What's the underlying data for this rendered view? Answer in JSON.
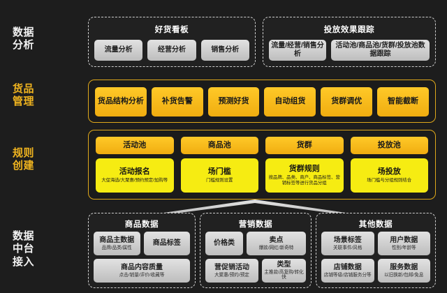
{
  "theme": {
    "background": "#1d1d1d",
    "accent_gold": "#f0b41f",
    "accent_yellow": "#f6ec12",
    "chip_grey": "#d8d8d8",
    "label_white": "#f2f2f2"
  },
  "rails": [
    {
      "name": "data-analysis",
      "label": "数据\n分析",
      "color": "white"
    },
    {
      "name": "goods-management",
      "label": "货品\n管理",
      "color": "gold"
    },
    {
      "name": "rule-creation",
      "label": "规则\n创建",
      "color": "gold"
    },
    {
      "name": "data-midend",
      "label": "数据\n中台\n接入",
      "color": "white"
    }
  ],
  "row_analysis": {
    "panels": [
      {
        "title": "好货看板",
        "chips": [
          {
            "main": "流量分析",
            "sub": ""
          },
          {
            "main": "经营分析",
            "sub": ""
          },
          {
            "main": "销售分析",
            "sub": ""
          }
        ]
      },
      {
        "title": "投放效果跟踪",
        "chips": [
          {
            "main": "流量/经营/销售分析",
            "sub": ""
          },
          {
            "main": "活动池/商品池/货群/投放池数据跟踪",
            "sub": ""
          }
        ]
      }
    ]
  },
  "row_goods": {
    "chips": [
      "货品结构分析",
      "补货告警",
      "预测好货",
      "自动组货",
      "货群调优",
      "智能截断"
    ]
  },
  "row_rule": {
    "columns": [
      {
        "header": "活动池",
        "card_title": "活动报名",
        "card_sub": "大促海选/大聚惠/预约预定/加购等"
      },
      {
        "header": "商品池",
        "card_title": "场门槛",
        "card_sub": "门槛规则设置"
      },
      {
        "header": "货群",
        "card_title": "货群规则",
        "card_sub": "按品牌、品类、商户、商品标签、营销标签等进行货品分组"
      },
      {
        "header": "投放池",
        "card_title": "场投放",
        "card_sub": "场门槛与分组规则结合"
      }
    ]
  },
  "row_midend": {
    "panels": [
      {
        "title": "商品数据",
        "lines": [
          [
            {
              "main": "商品主数据",
              "sub": "品牌/品类/属性"
            },
            {
              "main": "商品标签",
              "sub": ""
            }
          ],
          [
            {
              "main": "商品内容质量",
              "sub": "点击/销量/评价/收藏等"
            }
          ]
        ]
      },
      {
        "title": "营销数据",
        "lines": [
          [
            {
              "main": "价格类",
              "sub": ""
            },
            {
              "main": "卖点",
              "sub": "爆款/网红/新奇特"
            }
          ],
          [
            {
              "main": "营促销活动",
              "sub": "大聚惠/预约/预定"
            },
            {
              "main": "类型",
              "sub": "主推款/高复购/转化快"
            }
          ]
        ]
      },
      {
        "title": "其他数据",
        "lines": [
          [
            {
              "main": "场景标签",
              "sub": "关联事件/风格"
            },
            {
              "main": "用户数据",
              "sub": "性别/年龄等"
            }
          ],
          [
            {
              "main": "店铺数据",
              "sub": "店铺等级/店铺服务分等"
            },
            {
              "main": "服务数据",
              "sub": "以旧换新/包邮/免息"
            }
          ]
        ]
      }
    ]
  },
  "arrow": {
    "name": "data-flow-arrow",
    "direction": "up"
  }
}
